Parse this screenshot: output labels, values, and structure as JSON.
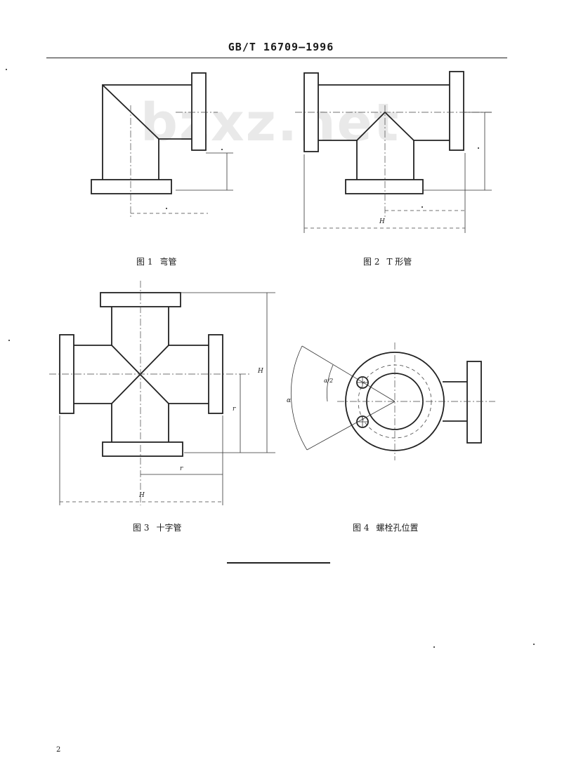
{
  "header": {
    "standard_number": "GB/T 16709—1996"
  },
  "watermark": {
    "text": "bzxz.net"
  },
  "figures": [
    {
      "number": "图 1",
      "title": "弯管"
    },
    {
      "number": "图 2",
      "title": "T 形管"
    },
    {
      "number": "图 3",
      "title": "十字管"
    },
    {
      "number": "图 4",
      "title": "螺栓孔位置"
    }
  ],
  "dimensions": {
    "fig2_width": "H",
    "fig3_height": "H",
    "fig3_width": "H",
    "fig3_half_width": "r",
    "fig3_half_height": "r",
    "fig4_angle": "α",
    "fig4_half_angle": "α/2"
  },
  "footer": {
    "page_number": "2"
  }
}
